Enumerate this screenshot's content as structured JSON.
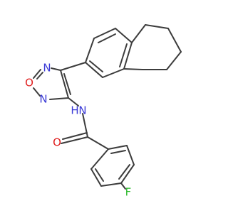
{
  "atoms": {
    "n1": {
      "symbol": "N",
      "color": "#3b3bd6"
    },
    "o1": {
      "symbol": "O",
      "color": "#e02020"
    },
    "n2": {
      "symbol": "N",
      "color": "#3b3bd6"
    },
    "nh": {
      "symbol": "N",
      "color": "#3b3bd6"
    },
    "h": {
      "symbol": "H",
      "color": "#3b3bd6"
    },
    "o2": {
      "symbol": "O",
      "color": "#e02020"
    },
    "f": {
      "symbol": "F",
      "color": "#29b929"
    }
  },
  "colors": {
    "bond": "#3c3c3c",
    "background": "#ffffff"
  }
}
